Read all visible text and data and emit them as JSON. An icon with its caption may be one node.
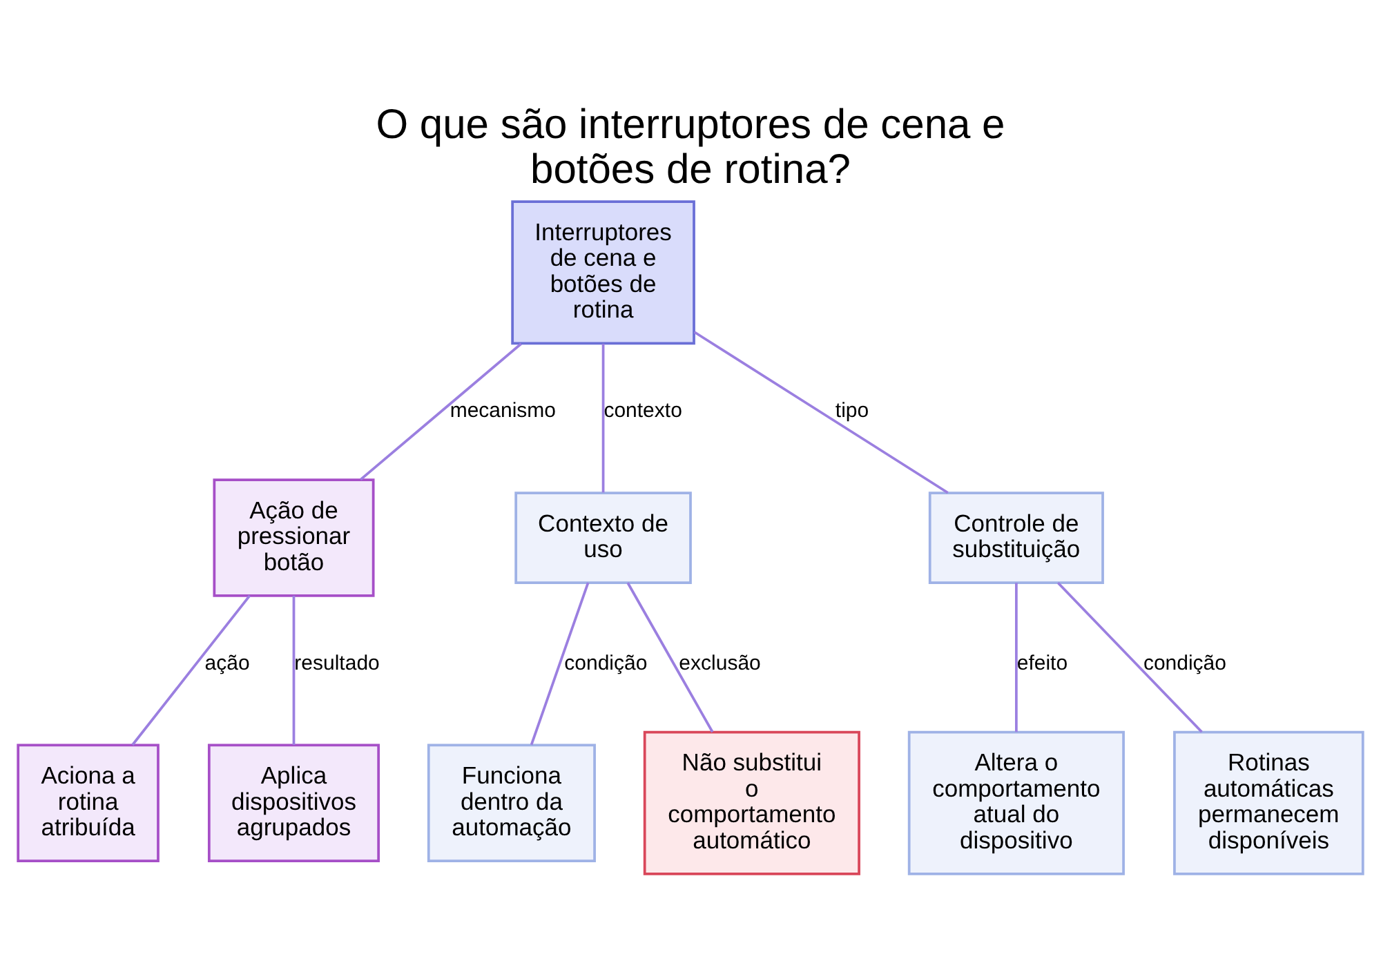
{
  "diagram": {
    "title": "O que são interruptores de cena e botões de rotina?",
    "nodes": [
      {
        "text": [
          "Interruptores de cena e botões de rotina"
        ]
      },
      {
        "text": [
          "Ação de pressionar botão"
        ]
      },
      {
        "text": [
          "Contexto de uso"
        ]
      },
      {
        "text": [
          "Controle de substituição"
        ]
      },
      {
        "text": [
          "Aciona a rotina atribuída"
        ]
      },
      {
        "text": [
          "Aplica dispositivos agrupados"
        ]
      },
      {
        "text": [
          "Funciona dentro da automação"
        ]
      },
      {
        "text": [
          "Não substitui o comportamento automático"
        ]
      },
      {
        "text": [
          "Altera o comportamento atual do dispositivo"
        ]
      },
      {
        "text": [
          "Rotinas automáticas permanecem disponíveis"
        ]
      }
    ],
    "edges": [
      {
        "from": 0,
        "to": 1,
        "arrow": "none",
        "label": "mecanismo"
      },
      {
        "from": 0,
        "to": 2,
        "arrow": "none",
        "label": "contexto"
      },
      {
        "from": 0,
        "to": 3,
        "arrow": "none",
        "label": "tipo"
      },
      {
        "from": 1,
        "to": 4,
        "arrow": "none",
        "label": "ação"
      },
      {
        "from": 1,
        "to": 5,
        "arrow": "none",
        "label": "resultado"
      },
      {
        "from": 2,
        "to": 6,
        "arrow": "none",
        "label": "condição"
      },
      {
        "from": 2,
        "to": 7,
        "arrow": "none",
        "label": "exclusão"
      },
      {
        "from": 3,
        "to": 8,
        "arrow": "none",
        "label": "efeito"
      },
      {
        "from": 3,
        "to": 9,
        "arrow": "none",
        "label": "condição"
      }
    ]
  }
}
